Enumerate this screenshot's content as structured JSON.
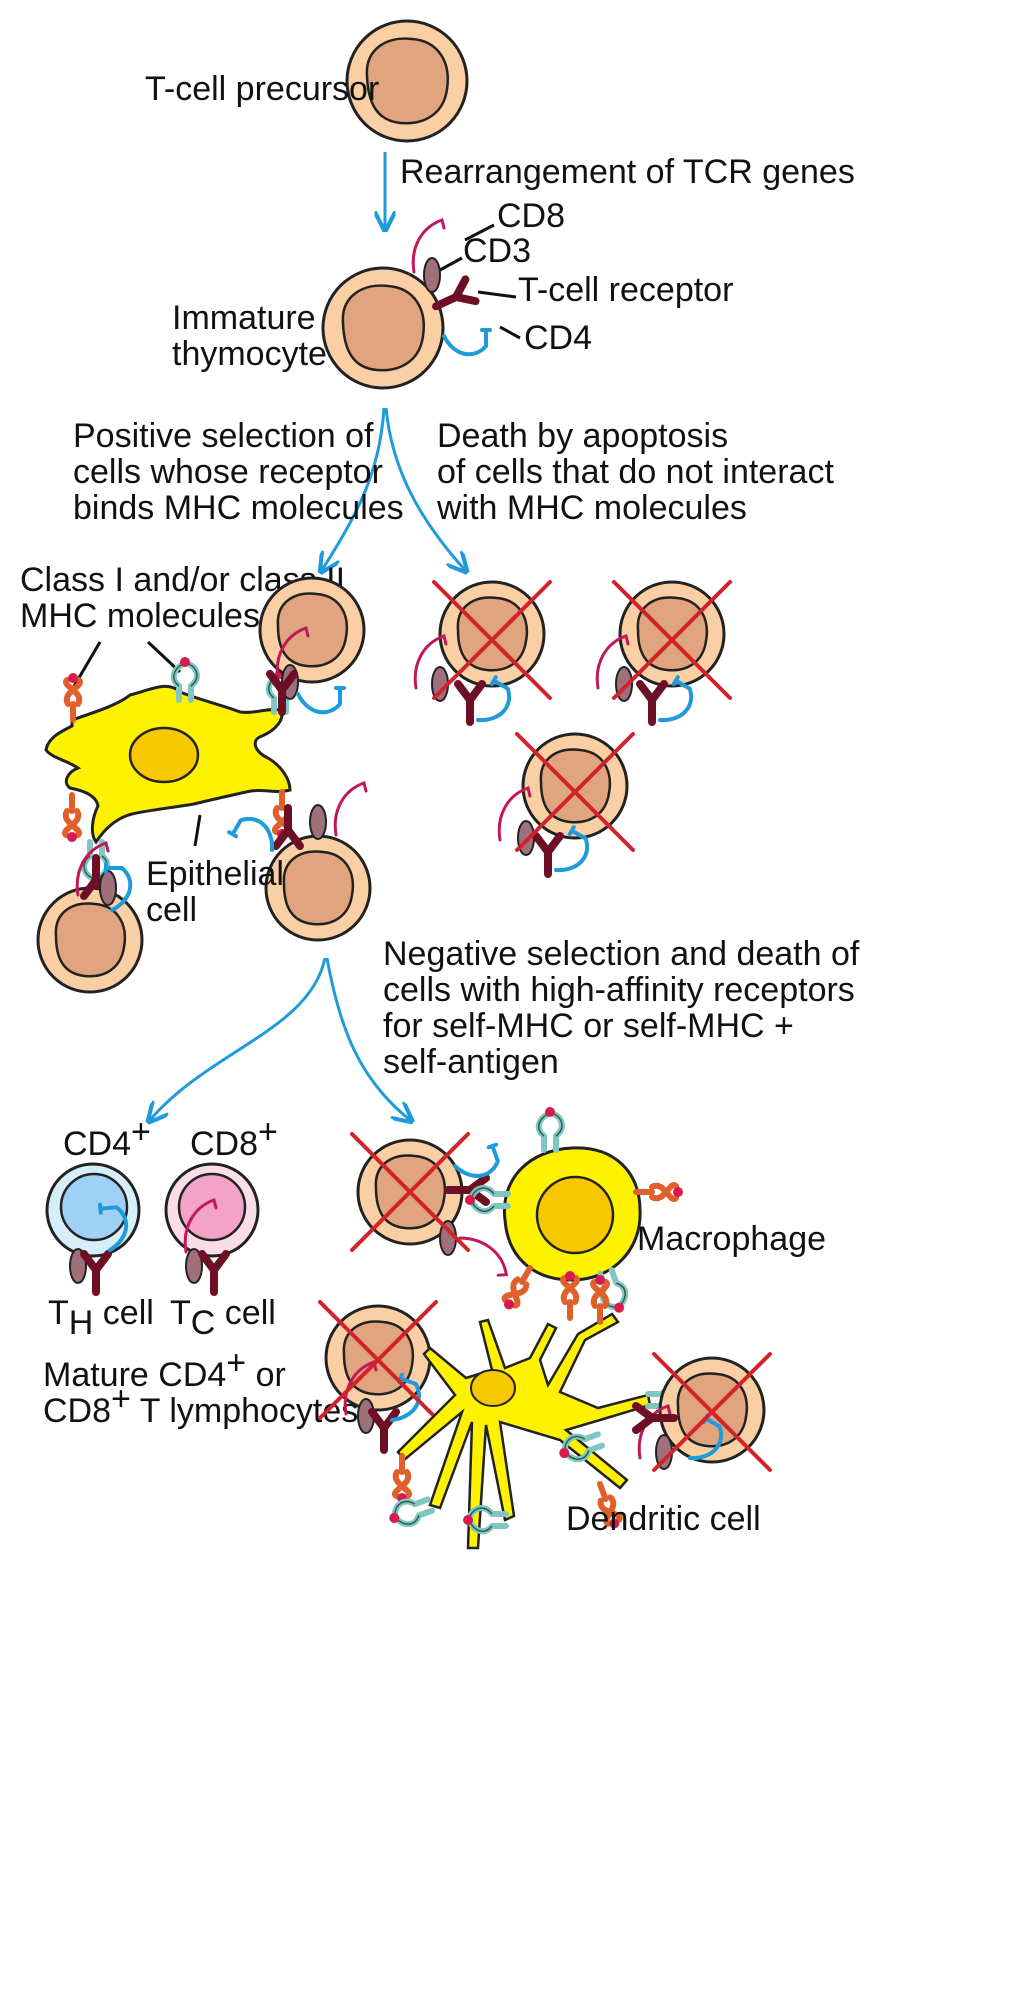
{
  "labels": {
    "precursor": "T-cell precursor",
    "rearrangement": "Rearrangement of TCR genes",
    "cd8": "CD8",
    "cd3": "CD3",
    "tcr": "T-cell receptor",
    "cd4": "CD4",
    "immature_1": "Immature",
    "immature_2": "thymocyte",
    "positive_1": "Positive selection of",
    "positive_2": "cells whose receptor",
    "positive_3": "binds MHC molecules",
    "death_1": "Death by apoptosis",
    "death_2": "of cells that do not interact",
    "death_3": "with MHC molecules",
    "mhc_1": "Class I and/or class II",
    "mhc_2": "MHC molecules",
    "epithelial_1": "Epithelial",
    "epithelial_2": "cell",
    "negative_1": "Negative selection and death of",
    "negative_2": "cells with high-affinity receptors",
    "negative_3": "for self-MHC or self-MHC +",
    "negative_4": "self-antigen",
    "cd4_plus": "CD4",
    "cd8_plus": "CD8",
    "plus": "+",
    "th_t": "T",
    "th_sub": "H",
    "th_cell": " cell",
    "tc_t": "T",
    "tc_sub": "C",
    "tc_cell": " cell",
    "mature_1a": "Mature CD4",
    "mature_1b": " or",
    "mature_2a": "CD8",
    "mature_2b": " T lymphocytes",
    "macrophage": "Macrophage",
    "dendritic": "Dendritic cell"
  },
  "colors": {
    "thymocyte_outer": "#F9CFA3",
    "thymocyte_nucleus": "#E0A47E",
    "arrow": "#1F9BDB",
    "cross": "#D2232A",
    "stromal_body": "#FFF200",
    "stromal_nucleus": "#F7C800",
    "cd4_line": "#1F9BDB",
    "cd8_line": "#C2185B",
    "cd3_fill": "#A0707A",
    "tcr_color": "#6E1025",
    "mhc1_color": "#E0602A",
    "mhc2_color": "#7FC7C0",
    "peptide": "#D81B4E",
    "th_outer": "#D6EEFA",
    "th_nucleus": "#9FD0F5",
    "tc_outer": "#FADDE6",
    "tc_nucleus": "#F2A3C7"
  },
  "icons": [
    "thymocyte-cell-icon",
    "epithelial-cell-icon",
    "macrophage-icon",
    "dendritic-cell-icon",
    "apoptosis-cross-icon",
    "t-cell-receptor-icon",
    "mhc-molecule-icon"
  ]
}
